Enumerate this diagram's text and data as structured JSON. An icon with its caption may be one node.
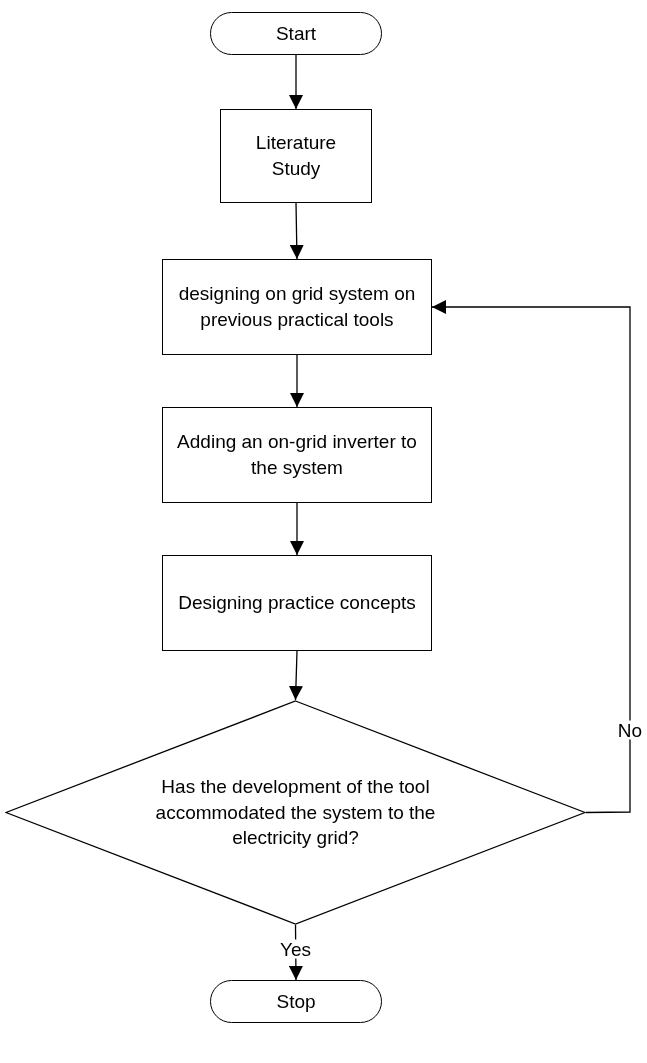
{
  "diagram": {
    "nodes": [
      {
        "text": [
          "Start"
        ]
      },
      {
        "text": [
          "Literature Study"
        ]
      },
      {
        "text": [
          "designing on grid system on previous practical tools"
        ]
      },
      {
        "text": [
          "Adding an on-grid inverter to the system"
        ]
      },
      {
        "text": [
          "Designing practice concepts"
        ]
      },
      {
        "text": [
          "Has the development of the tool accommodated the system to the electricity grid?"
        ]
      },
      {
        "text": [
          "Stop"
        ]
      }
    ],
    "edges": [
      {
        "from": 0,
        "to": 1,
        "arrow": "to"
      },
      {
        "from": 1,
        "to": 2,
        "arrow": "to"
      },
      {
        "from": 2,
        "to": 3,
        "arrow": "to"
      },
      {
        "from": 3,
        "to": 4,
        "arrow": "to"
      },
      {
        "from": 4,
        "to": 5,
        "arrow": "to"
      },
      {
        "from": 5,
        "to": 6,
        "arrow": "to",
        "label": "Yes"
      },
      {
        "from": 5,
        "to": 2,
        "arrow": "to",
        "label": "No"
      }
    ]
  }
}
